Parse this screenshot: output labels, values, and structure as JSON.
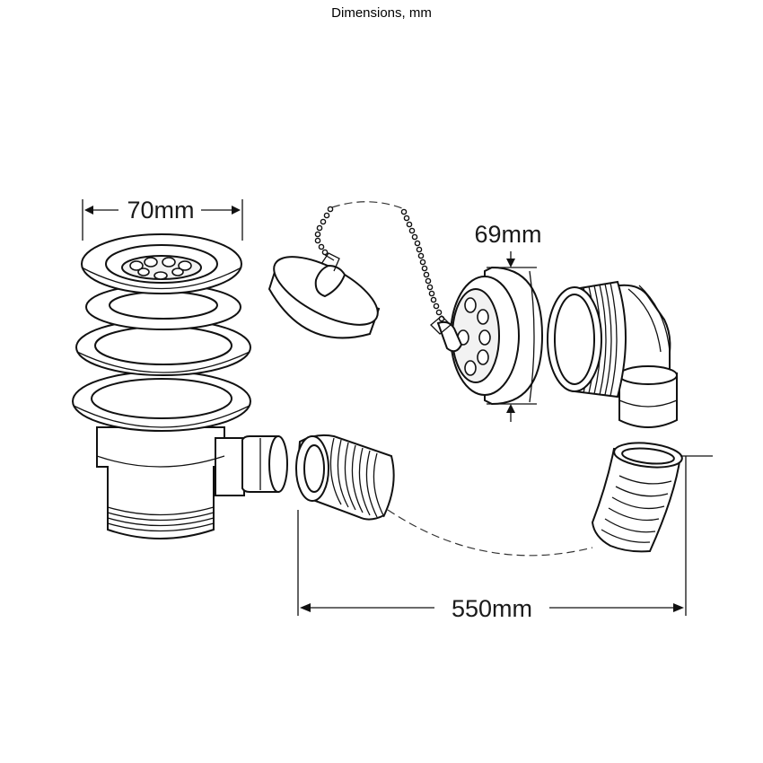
{
  "title": "Dimensions, mm",
  "dimensions": {
    "waste_width": "70mm",
    "overflow_width": "69mm",
    "hose_length": "550mm"
  },
  "parts": [
    {
      "name": "slotted-waste-fitting",
      "icon": "waste-icon"
    },
    {
      "name": "bath-plug",
      "icon": "plug-icon"
    },
    {
      "name": "ball-chain",
      "icon": "chain-icon"
    },
    {
      "name": "overflow-face",
      "icon": "overflow-face-icon"
    },
    {
      "name": "overflow-elbow",
      "icon": "elbow-icon"
    },
    {
      "name": "flexible-hose",
      "icon": "hose-icon"
    }
  ],
  "colors": {
    "line": "#111111",
    "background": "#ffffff"
  }
}
